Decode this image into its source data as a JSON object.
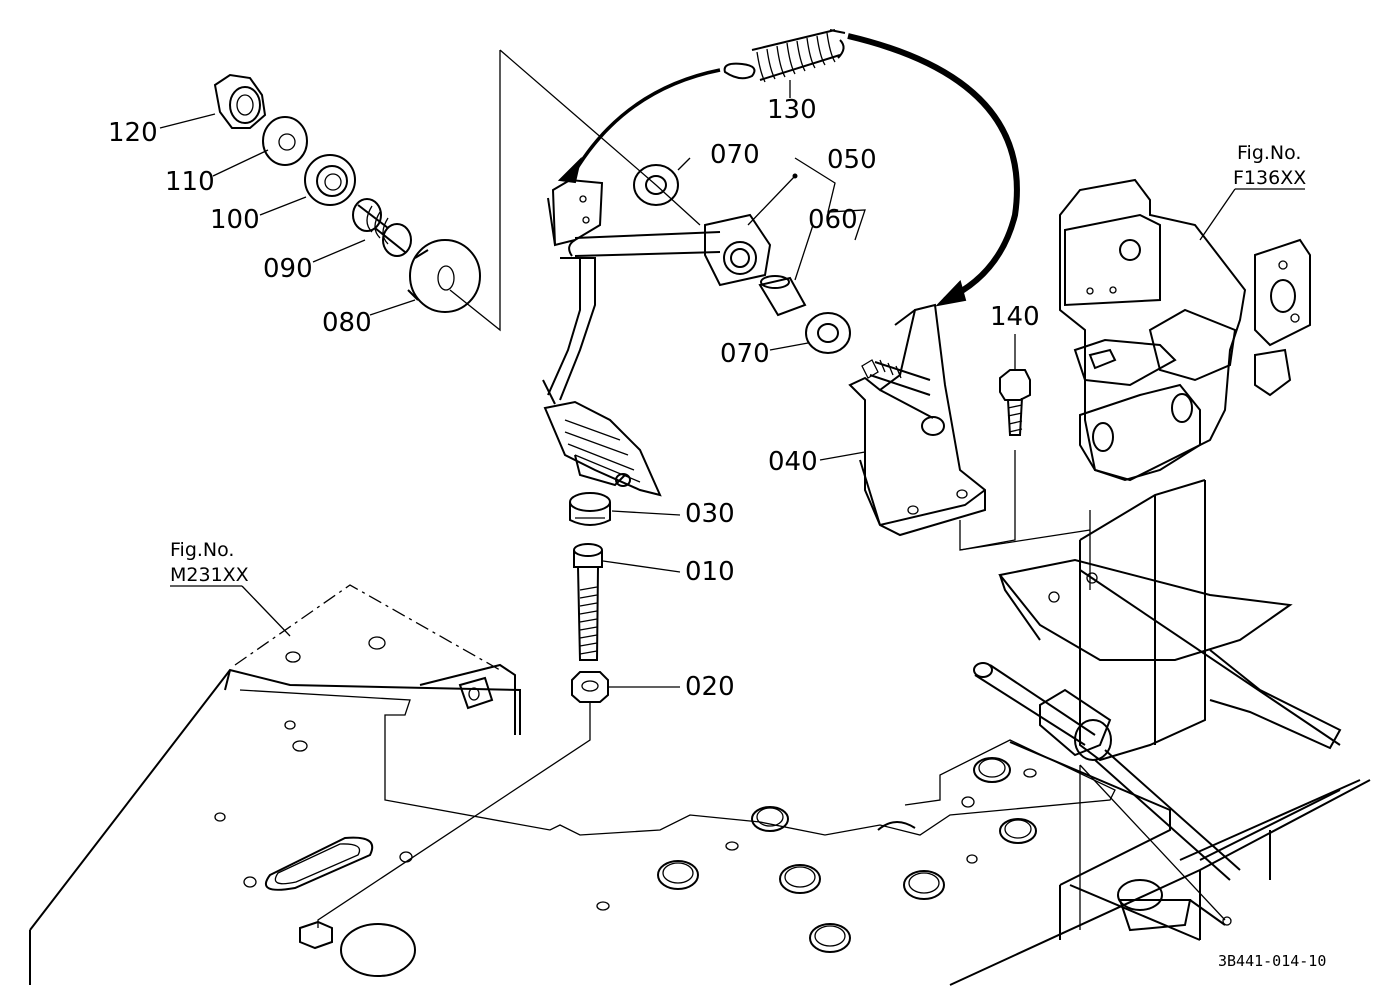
{
  "parts": [
    {
      "number": "120"
    },
    {
      "number": "110"
    },
    {
      "number": "100"
    },
    {
      "number": "090"
    },
    {
      "number": "080"
    },
    {
      "number": "070"
    },
    {
      "number": "050"
    },
    {
      "number": "060"
    },
    {
      "number": "130"
    },
    {
      "number": "070"
    },
    {
      "number": "140"
    },
    {
      "number": "040"
    },
    {
      "number": "030"
    },
    {
      "number": "010"
    },
    {
      "number": "020"
    }
  ],
  "references": [
    {
      "prefix": "Fig.No.",
      "code": "F136XX"
    },
    {
      "prefix": "Fig.No.",
      "code": "M231XX"
    }
  ],
  "drawing_id": "3B441-014-10"
}
